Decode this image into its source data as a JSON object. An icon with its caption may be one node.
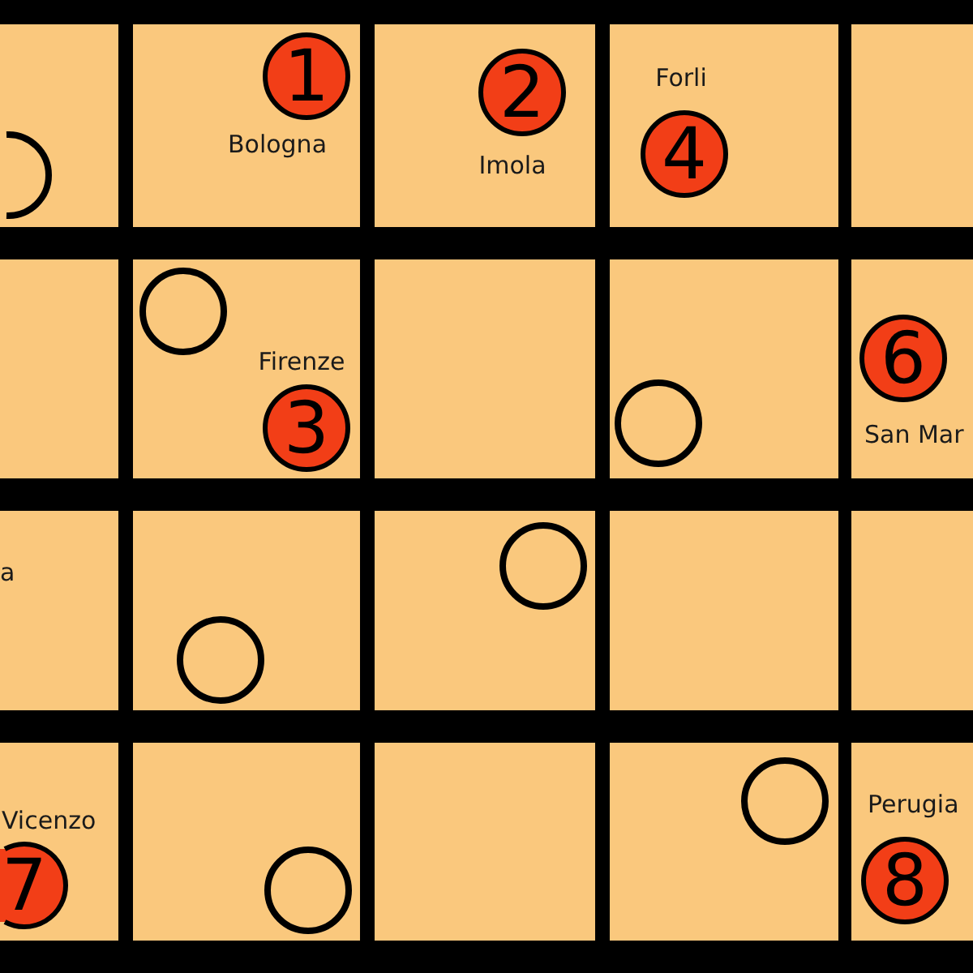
{
  "diagram": {
    "nodes": [
      {
        "text": [],
        "shape": "box"
      },
      {
        "text": [],
        "shape": "circle",
        "in": 0
      },
      {
        "text": [],
        "shape": "box"
      },
      {
        "text": [
          "1"
        ],
        "in": 2,
        "beside": [
          "Bologna"
        ]
      },
      {
        "text": [],
        "shape": "box"
      },
      {
        "text": [
          "2"
        ],
        "in": 4,
        "beside": [
          "Imola"
        ]
      },
      {
        "text": [],
        "shape": "box"
      },
      {
        "text": [
          "4"
        ],
        "in": 6,
        "beside": [
          "Forli"
        ]
      },
      {
        "text": [],
        "shape": "box"
      },
      {
        "text": [],
        "shape": "box"
      },
      {
        "text": [],
        "shape": "box"
      },
      {
        "text": [],
        "shape": "circle",
        "in": 10
      },
      {
        "text": [
          "3"
        ],
        "in": 10,
        "beside": [
          "Firenze"
        ]
      },
      {
        "text": [],
        "shape": "box"
      },
      {
        "text": [],
        "shape": "box"
      },
      {
        "text": [],
        "shape": "circle",
        "in": 14
      },
      {
        "text": [],
        "shape": "box"
      },
      {
        "text": [
          "6"
        ],
        "in": 16,
        "beside": [
          "San Mar"
        ]
      },
      {
        "text": [
          "a"
        ]
      },
      {
        "text": [],
        "shape": "box"
      },
      {
        "text": [],
        "shape": "circle",
        "in": 19
      },
      {
        "text": [],
        "shape": "box"
      },
      {
        "text": [],
        "shape": "circle",
        "in": 21
      },
      {
        "text": [],
        "shape": "box"
      },
      {
        "text": [],
        "shape": "box"
      },
      {
        "text": [],
        "shape": "box"
      },
      {
        "text": [
          "7"
        ],
        "in": 25,
        "beside": [
          "Vicenzo"
        ]
      },
      {
        "text": [],
        "shape": "box"
      },
      {
        "text": [],
        "shape": "circle",
        "in": 27
      },
      {
        "text": [],
        "shape": "box"
      },
      {
        "text": [],
        "shape": "box"
      },
      {
        "text": [],
        "shape": "circle",
        "in": 30
      },
      {
        "text": [],
        "shape": "box"
      },
      {
        "text": [
          "8"
        ],
        "in": 32,
        "beside": [
          "Perugia"
        ]
      }
    ]
  }
}
